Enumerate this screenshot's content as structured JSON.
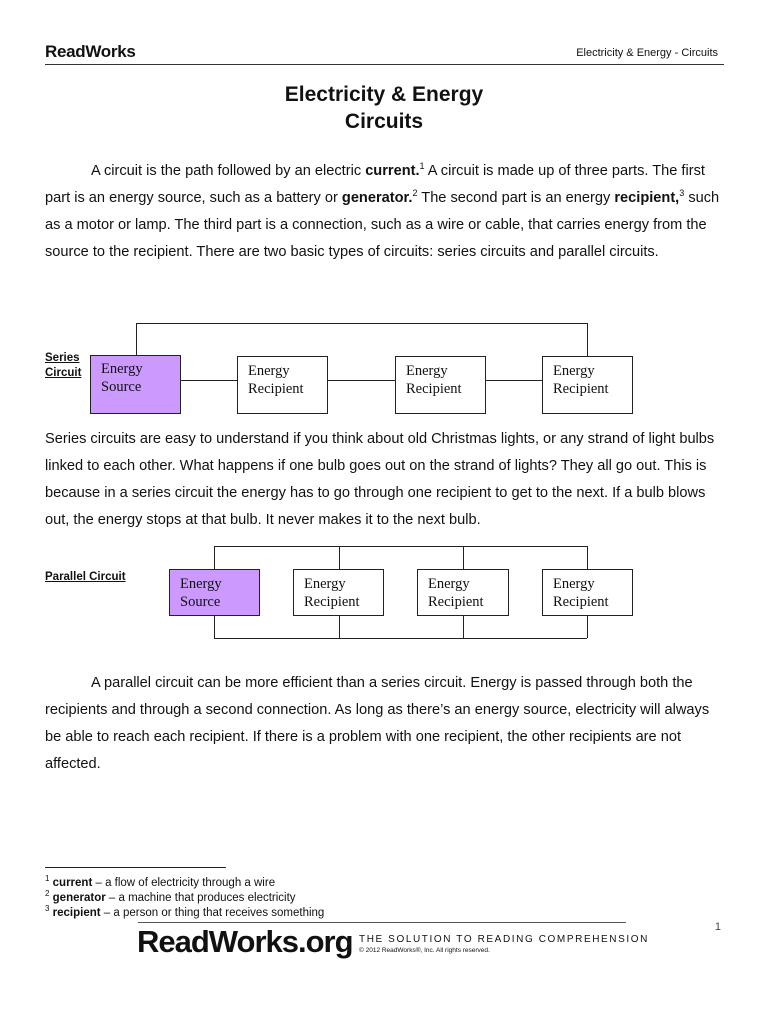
{
  "header": {
    "logo": "ReadWorks",
    "right": "Electricity & Energy - Circuits"
  },
  "title": {
    "line1": "Electricity & Energy",
    "line2": "Circuits"
  },
  "intro": {
    "t1": "A circuit is the path followed by an electric ",
    "b1": "current.",
    "s1": "1",
    "t2": " A circuit is made up of three parts. The first part is an energy source, such as a battery or ",
    "b2": "generator.",
    "s2": "2",
    "t3": " The second part is an energy ",
    "b3": "recipient,",
    "s3": "3",
    "t4": " such as a motor or lamp. The third part is a connection, such as a wire or cable, that carries energy from the source to the recipient. There are two basic types of circuits: series circuits and parallel circuits."
  },
  "series": {
    "label_line1": "Series",
    "label_line2": "Circuit",
    "boxes": [
      {
        "line1": "Energy",
        "line2": "Source"
      },
      {
        "line1": "Energy",
        "line2": "Recipient"
      },
      {
        "line1": "Energy",
        "line2": "Recipient"
      },
      {
        "line1": "Energy",
        "line2": "Recipient"
      }
    ]
  },
  "series_text": "Series circuits are easy to understand if you think about old Christmas lights, or any strand of light bulbs linked to each other. What happens if one bulb goes out on the strand of lights? They all go out. This is because in a series circuit the energy has to go through one recipient to get to the next. If a bulb blows out, the energy stops at that bulb. It never makes it to the next bulb.",
  "parallel": {
    "label": "Parallel Circuit",
    "boxes": [
      {
        "line1": "Energy",
        "line2": "Source"
      },
      {
        "line1": "Energy",
        "line2": "Recipient"
      },
      {
        "line1": "Energy",
        "line2": "Recipient"
      },
      {
        "line1": "Energy",
        "line2": "Recipient"
      }
    ]
  },
  "parallel_text": "A parallel circuit can be more efficient than a series circuit. Energy is passed through both the recipients and through a second connection. As long as there’s an energy source, electricity will always be able to reach each recipient. If there is a problem with one recipient, the other recipients are not affected.",
  "footnotes": [
    {
      "num": "1",
      "term": "current",
      "def": " – a flow of electricity through a wire"
    },
    {
      "num": "2",
      "term": "generator",
      "def": " – a machine that produces electricity"
    },
    {
      "num": "3",
      "term": "recipient",
      "def": " – a person or thing that receives something"
    }
  ],
  "page_number": "1",
  "footer": {
    "logo": "ReadWorks.org",
    "tagline": "THE SOLUTION TO READING COMPREHENSION",
    "copyright": "© 2012 ReadWorks®, Inc.  All rights reserved."
  },
  "colors": {
    "source_box": "#cc99ff"
  }
}
